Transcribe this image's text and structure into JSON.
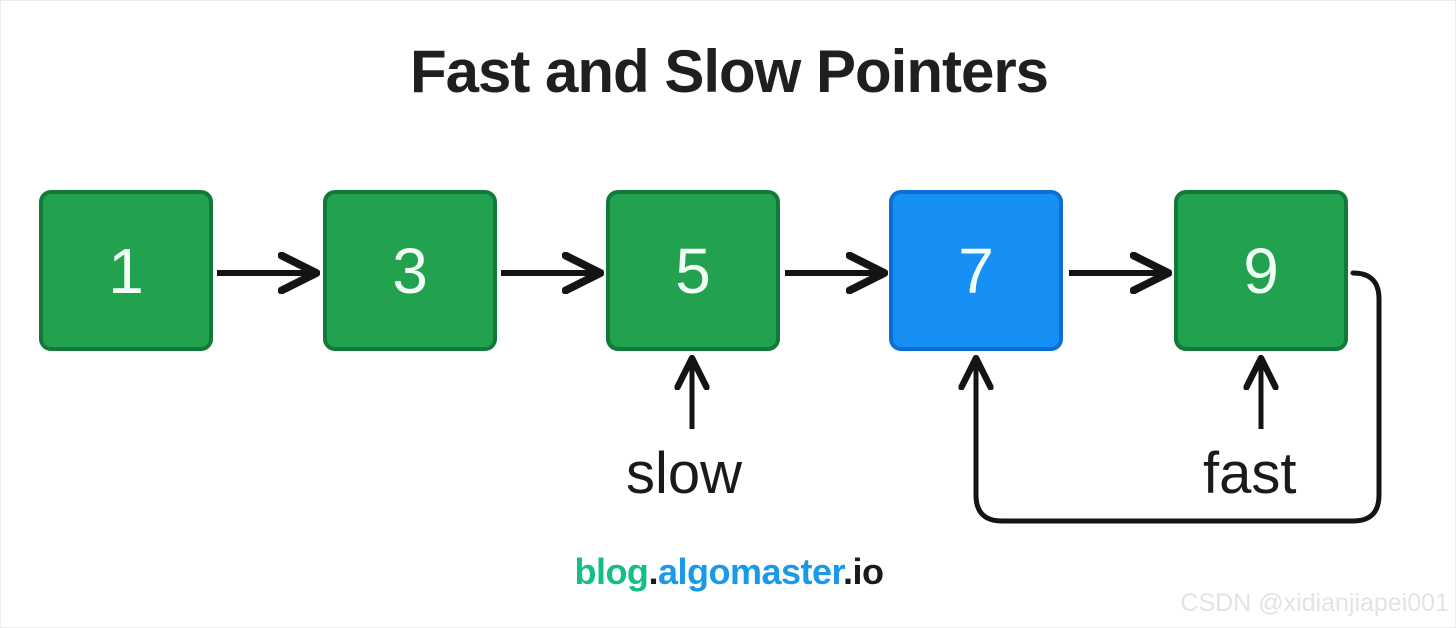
{
  "title": "Fast and Slow Pointers",
  "diagram": {
    "type": "linked-list-with-cycle",
    "nodes": [
      {
        "value": "1",
        "color": "#22a14f",
        "state": "normal"
      },
      {
        "value": "3",
        "color": "#22a14f",
        "state": "normal"
      },
      {
        "value": "5",
        "color": "#22a14f",
        "state": "slow-pointer"
      },
      {
        "value": "7",
        "color": "#1690f5",
        "state": "cycle-entry"
      },
      {
        "value": "9",
        "color": "#22a14f",
        "state": "fast-pointer"
      }
    ],
    "pointers": [
      {
        "label": "slow",
        "points_to": "5"
      },
      {
        "label": "fast",
        "points_to": "9"
      }
    ],
    "cycle": {
      "from": "9",
      "to": "7",
      "description": "back edge from node 9 to node 7"
    },
    "colors": {
      "green_fill": "#22a14f",
      "green_border": "#117a38",
      "blue_fill": "#1690f5",
      "blue_border": "#0d6fd4",
      "arrow": "#141414",
      "node_text": "#f2fff7"
    }
  },
  "brand": {
    "part1": "blog",
    "dot1": ".",
    "part2": "algomaster",
    "part3": ".io",
    "color1": "#14bf84",
    "color2": "#189ae8",
    "color3": "#1a1a1a"
  },
  "watermark": "CSDN @xidianjiapei001"
}
